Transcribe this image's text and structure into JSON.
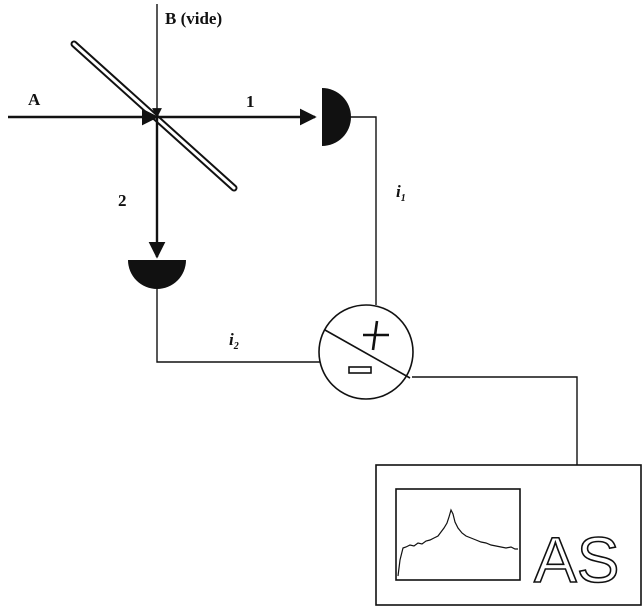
{
  "labels": {
    "beam_a": "A",
    "beam_b": "B (vide)",
    "path_1": "1",
    "path_2": "2",
    "current_1": {
      "symbol": "i",
      "subscript": "1"
    },
    "current_2": {
      "symbol": "i",
      "subscript": "2"
    },
    "plus_sign": "+",
    "minus_sign": "−",
    "analyzer": "AS"
  },
  "colors": {
    "ink": "#111111",
    "background": "#ffffff"
  },
  "icons": {
    "beam_splitter": "beam-splitter-icon",
    "detector": "photodetector-icon",
    "subtractor": "subtractor-icon",
    "analyzer": "spectrum-analyzer-icon",
    "spectrum": "spectrum-trace-icon"
  }
}
